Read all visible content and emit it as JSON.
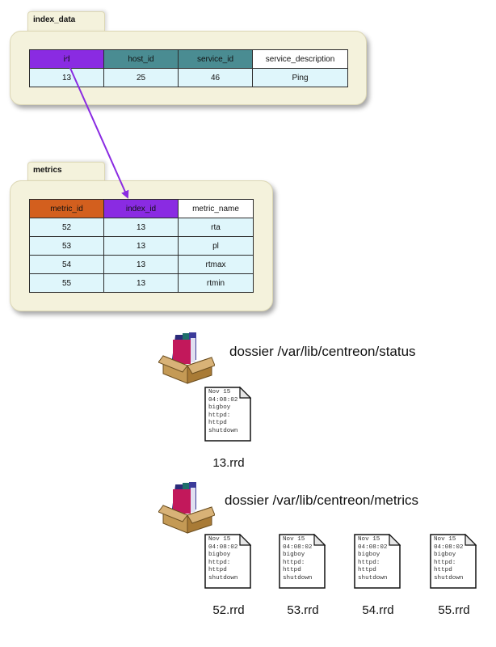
{
  "index_data": {
    "title": "index_data",
    "headers": [
      "id",
      "host_id",
      "service_id",
      "service_description"
    ],
    "row": [
      "13",
      "25",
      "46",
      "Ping"
    ]
  },
  "metrics": {
    "title": "metrics",
    "headers": [
      "metric_id",
      "index_id",
      "metric_name"
    ],
    "rows": [
      [
        "52",
        "13",
        "rta"
      ],
      [
        "53",
        "13",
        "pl"
      ],
      [
        "54",
        "13",
        "rtmax"
      ],
      [
        "55",
        "13",
        "rtmin"
      ]
    ]
  },
  "status_dir": {
    "label": "dossier /var/lib/centreon/status",
    "files": [
      "13.rrd"
    ]
  },
  "metrics_dir": {
    "label": "dossier /var/lib/centreon/metrics",
    "files": [
      "52.rrd",
      "53.rrd",
      "54.rrd",
      "55.rrd"
    ]
  },
  "file_preview_lines": [
    "Nov 15",
    "04:08:02",
    "bigboy",
    "httpd:",
    "httpd",
    "shutdown"
  ],
  "colors": {
    "key_highlight": "#8a2be2",
    "header_teal": "#4a8c92",
    "header_orange": "#d35f1e",
    "cell_bg": "#dff6fb",
    "panel_bg": "#f4f2dc",
    "arrow": "#8a2be2"
  },
  "icons": {
    "directory": "folder-box-icon",
    "file": "document-file-icon"
  }
}
